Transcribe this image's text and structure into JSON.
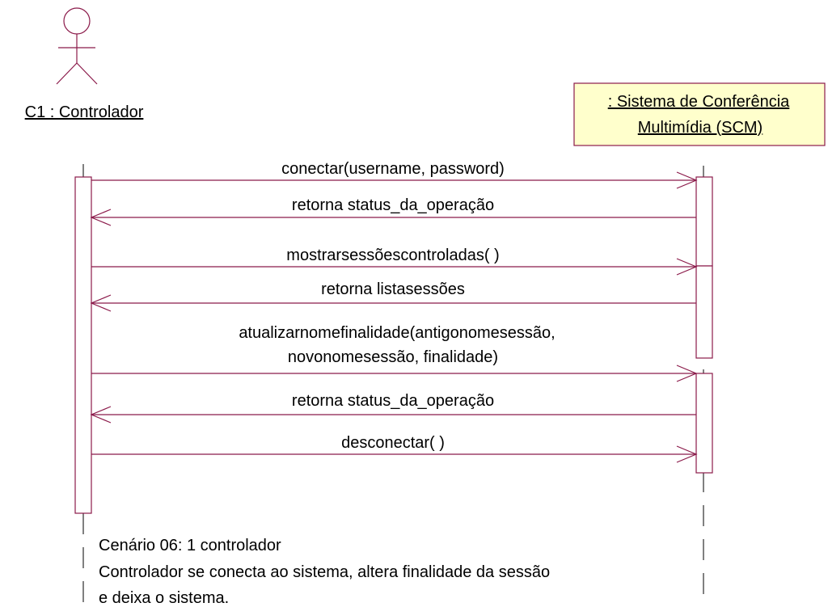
{
  "diagram": {
    "actor_name": "C1 : Controlador",
    "object_line1": ": Sistema de Conferência",
    "object_line2": "Multimídia (SCM)",
    "messages": [
      {
        "label": "conectar(username, password)",
        "direction": "forward"
      },
      {
        "label": "retorna status_da_operação",
        "direction": "return"
      },
      {
        "label": "mostrarsessõescontroladas( )",
        "direction": "forward"
      },
      {
        "label": "retorna listasessões",
        "direction": "return"
      },
      {
        "label_line1": "atualizarnomefinalidade(antigonomesessão,",
        "label_line2": "novonomesessão, finalidade)",
        "direction": "forward"
      },
      {
        "label": "retorna status_da_operação",
        "direction": "return"
      },
      {
        "label": "desconectar( )",
        "direction": "forward"
      }
    ],
    "note_line1": "Cenário 06: 1 controlador",
    "note_line2": "Controlador se conecta ao sistema, altera finalidade da sessão",
    "note_line3": "e deixa o sistema.",
    "colors": {
      "stroke": "#8b1a4a",
      "object_fill": "#ffffcc"
    }
  }
}
